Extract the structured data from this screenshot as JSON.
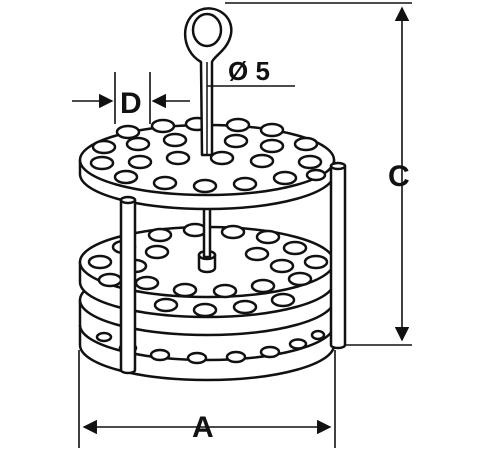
{
  "labels": {
    "diameter": "Ø 5",
    "hole_diameter": "D",
    "overall_height": "C",
    "overall_width": "A"
  },
  "colors": {
    "stroke": "#111111",
    "fill": "#ffffff"
  }
}
